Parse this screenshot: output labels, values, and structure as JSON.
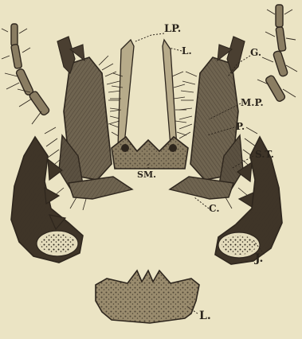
{
  "figure": {
    "labels": {
      "labial_palp": "LP.",
      "lacinia": "L.",
      "galea": "G.",
      "maxillary_palp": "M.P.",
      "palpifer": "P.",
      "stipes": "S.T.",
      "submentum": "SM.",
      "cardo": "C.",
      "jaw": "J.",
      "labrum": "L."
    }
  }
}
